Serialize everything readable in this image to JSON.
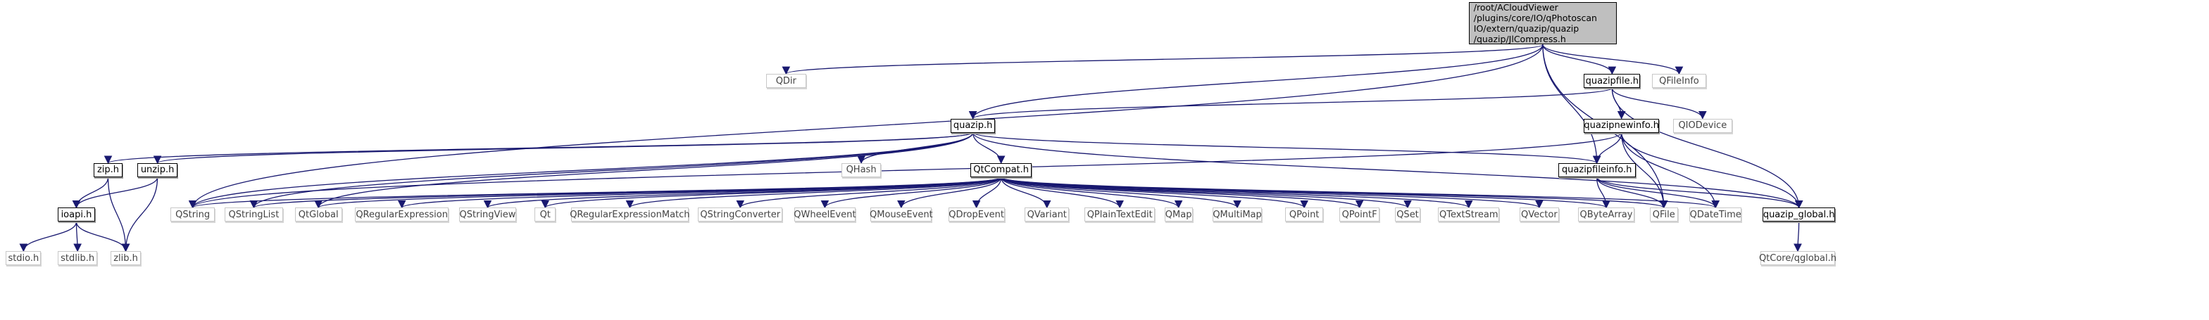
{
  "diagram": {
    "type": "include-dependency-graph",
    "root": {
      "id": "root",
      "label_lines": [
        "/root/ACloudViewer",
        "/plugins/core/IO/qPhotoscan",
        "IO/extern/quazip/quazip",
        "/quazip/JlCompress.h"
      ]
    },
    "nodes": [
      {
        "id": "QDir",
        "label": "QDir",
        "kind": "external"
      },
      {
        "id": "quazipfile",
        "label": "quazipfile.h",
        "kind": "internal"
      },
      {
        "id": "QFileInfo",
        "label": "QFileInfo",
        "kind": "external"
      },
      {
        "id": "quazip",
        "label": "quazip.h",
        "kind": "internal"
      },
      {
        "id": "quazipnewinfo",
        "label": "quazipnewinfo.h",
        "kind": "internal"
      },
      {
        "id": "QIODevice",
        "label": "QIODevice",
        "kind": "external"
      },
      {
        "id": "zip",
        "label": "zip.h",
        "kind": "internal"
      },
      {
        "id": "unzip",
        "label": "unzip.h",
        "kind": "internal"
      },
      {
        "id": "QHash",
        "label": "QHash",
        "kind": "external"
      },
      {
        "id": "QtCompat",
        "label": "QtCompat.h",
        "kind": "internal"
      },
      {
        "id": "quazipfileinfo",
        "label": "quazipfileinfo.h",
        "kind": "internal"
      },
      {
        "id": "ioapi",
        "label": "ioapi.h",
        "kind": "internal"
      },
      {
        "id": "QString",
        "label": "QString",
        "kind": "external"
      },
      {
        "id": "QStringList",
        "label": "QStringList",
        "kind": "external"
      },
      {
        "id": "QtGlobal",
        "label": "QtGlobal",
        "kind": "external"
      },
      {
        "id": "QRegularExpression",
        "label": "QRegularExpression",
        "kind": "external"
      },
      {
        "id": "QStringView",
        "label": "QStringView",
        "kind": "external"
      },
      {
        "id": "Qt",
        "label": "Qt",
        "kind": "external"
      },
      {
        "id": "QRegularExpressionMatch",
        "label": "QRegularExpressionMatch",
        "kind": "external"
      },
      {
        "id": "QStringConverter",
        "label": "QStringConverter",
        "kind": "external"
      },
      {
        "id": "QWheelEvent",
        "label": "QWheelEvent",
        "kind": "external"
      },
      {
        "id": "QMouseEvent",
        "label": "QMouseEvent",
        "kind": "external"
      },
      {
        "id": "QDropEvent",
        "label": "QDropEvent",
        "kind": "external"
      },
      {
        "id": "QVariant",
        "label": "QVariant",
        "kind": "external"
      },
      {
        "id": "QPlainTextEdit",
        "label": "QPlainTextEdit",
        "kind": "external"
      },
      {
        "id": "QMap",
        "label": "QMap",
        "kind": "external"
      },
      {
        "id": "QMultiMap",
        "label": "QMultiMap",
        "kind": "external"
      },
      {
        "id": "QPoint",
        "label": "QPoint",
        "kind": "external"
      },
      {
        "id": "QPointF",
        "label": "QPointF",
        "kind": "external"
      },
      {
        "id": "QSet",
        "label": "QSet",
        "kind": "external"
      },
      {
        "id": "QTextStream",
        "label": "QTextStream",
        "kind": "external"
      },
      {
        "id": "QVector",
        "label": "QVector",
        "kind": "external"
      },
      {
        "id": "QByteArray",
        "label": "QByteArray",
        "kind": "external"
      },
      {
        "id": "QFile",
        "label": "QFile",
        "kind": "external"
      },
      {
        "id": "QDateTime",
        "label": "QDateTime",
        "kind": "external"
      },
      {
        "id": "quazip_global",
        "label": "quazip_global.h",
        "kind": "internal"
      },
      {
        "id": "stdio",
        "label": "stdio.h",
        "kind": "external"
      },
      {
        "id": "stdlib",
        "label": "stdlib.h",
        "kind": "external"
      },
      {
        "id": "zlib",
        "label": "zlib.h",
        "kind": "external"
      },
      {
        "id": "QtCoreqglobal",
        "label": "QtCore/qglobal.h",
        "kind": "external"
      }
    ],
    "edges": [
      [
        "root",
        "QDir"
      ],
      [
        "root",
        "quazipfile"
      ],
      [
        "root",
        "QFileInfo"
      ],
      [
        "root",
        "quazip"
      ],
      [
        "root",
        "QString"
      ],
      [
        "root",
        "quazipfileinfo"
      ],
      [
        "root",
        "QFile"
      ],
      [
        "quazipfile",
        "quazip"
      ],
      [
        "quazipfile",
        "quazipnewinfo"
      ],
      [
        "quazipfile",
        "QIODevice"
      ],
      [
        "quazipfile",
        "quazip_global"
      ],
      [
        "quazipnewinfo",
        "quazipfileinfo"
      ],
      [
        "quazipnewinfo",
        "QFile"
      ],
      [
        "quazipnewinfo",
        "QDateTime"
      ],
      [
        "quazipnewinfo",
        "quazip_global"
      ],
      [
        "quazipnewinfo",
        "QString"
      ],
      [
        "quazip",
        "zip"
      ],
      [
        "quazip",
        "unzip"
      ],
      [
        "quazip",
        "QHash"
      ],
      [
        "quazip",
        "QtCompat"
      ],
      [
        "quazip",
        "QString"
      ],
      [
        "quazip",
        "QStringList"
      ],
      [
        "quazip",
        "quazipfileinfo"
      ],
      [
        "quazip",
        "quazip_global"
      ],
      [
        "quazip",
        "QtGlobal"
      ],
      [
        "zip",
        "ioapi"
      ],
      [
        "zip",
        "zlib"
      ],
      [
        "unzip",
        "ioapi"
      ],
      [
        "unzip",
        "zlib"
      ],
      [
        "ioapi",
        "stdio"
      ],
      [
        "ioapi",
        "stdlib"
      ],
      [
        "ioapi",
        "zlib"
      ],
      [
        "QtCompat",
        "QString"
      ],
      [
        "QtCompat",
        "QStringList"
      ],
      [
        "QtCompat",
        "QtGlobal"
      ],
      [
        "QtCompat",
        "QRegularExpression"
      ],
      [
        "QtCompat",
        "QStringView"
      ],
      [
        "QtCompat",
        "Qt"
      ],
      [
        "QtCompat",
        "QRegularExpressionMatch"
      ],
      [
        "QtCompat",
        "QStringConverter"
      ],
      [
        "QtCompat",
        "QWheelEvent"
      ],
      [
        "QtCompat",
        "QMouseEvent"
      ],
      [
        "QtCompat",
        "QDropEvent"
      ],
      [
        "QtCompat",
        "QVariant"
      ],
      [
        "QtCompat",
        "QPlainTextEdit"
      ],
      [
        "QtCompat",
        "QMap"
      ],
      [
        "QtCompat",
        "QMultiMap"
      ],
      [
        "QtCompat",
        "QPoint"
      ],
      [
        "QtCompat",
        "QPointF"
      ],
      [
        "QtCompat",
        "QSet"
      ],
      [
        "QtCompat",
        "QTextStream"
      ],
      [
        "QtCompat",
        "QVector"
      ],
      [
        "QtCompat",
        "QByteArray"
      ],
      [
        "QtCompat",
        "QFile"
      ],
      [
        "QtCompat",
        "QDateTime"
      ],
      [
        "quazipfileinfo",
        "QByteArray"
      ],
      [
        "quazipfileinfo",
        "QFile"
      ],
      [
        "quazipfileinfo",
        "QDateTime"
      ],
      [
        "quazipfileinfo",
        "quazip_global"
      ],
      [
        "quazip_global",
        "QtCoreqglobal"
      ]
    ],
    "colors": {
      "edge": "#191970",
      "root_fill": "#bfbfbf",
      "node_border_internal": "#000000",
      "node_border_external": "#bfbfbf",
      "external_text": "#444444"
    }
  }
}
